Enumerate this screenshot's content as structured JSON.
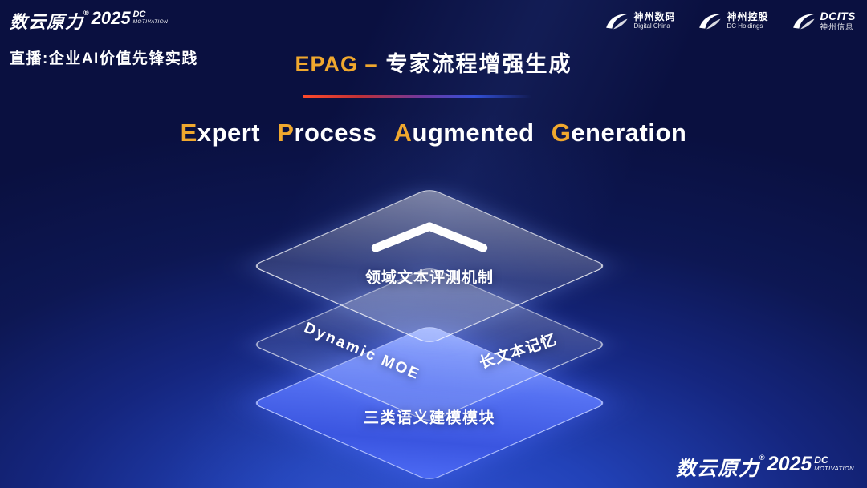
{
  "colors": {
    "background_top": "#0a1040",
    "background_glow": "#3052d4",
    "accent_gold": "#F0A82E",
    "divider_red": "#FF4A2A",
    "divider_blue": "#3250D8",
    "glass_layer": "rgba(255,255,255,0.30)",
    "bottom_layer_blue": "#4161E8",
    "text_white": "#FFFFFF"
  },
  "brand": {
    "wordmark": "数云原力",
    "reg": "®",
    "year": "2025",
    "sub_line1": "DC",
    "sub_line2": "MOTIVATION"
  },
  "header": {
    "live_label": "直播:企业AI价值先锋实践"
  },
  "partners": [
    {
      "name_zh": "神州数码",
      "name_en": "Digital China"
    },
    {
      "name_zh": "神州控股",
      "name_en": "DC Holdings"
    },
    {
      "name_zh": "DCITS",
      "name_en": "神州信息"
    }
  ],
  "title": {
    "highlight": "EPAG –",
    "rest": "专家流程增强生成"
  },
  "subtitle": {
    "words": [
      {
        "head": "E",
        "rest": "xpert"
      },
      {
        "head": "P",
        "rest": "rocess"
      },
      {
        "head": "A",
        "rest": "ugmented"
      },
      {
        "head": "G",
        "rest": "eneration"
      }
    ]
  },
  "diagram": {
    "layers": [
      {
        "name": "evaluation",
        "label": "领域文本评测机制"
      },
      {
        "name": "memory",
        "labels": [
          "Dynamic MOE",
          "长文本记忆"
        ]
      },
      {
        "name": "semantic",
        "label": "三类语义建模模块"
      }
    ]
  }
}
